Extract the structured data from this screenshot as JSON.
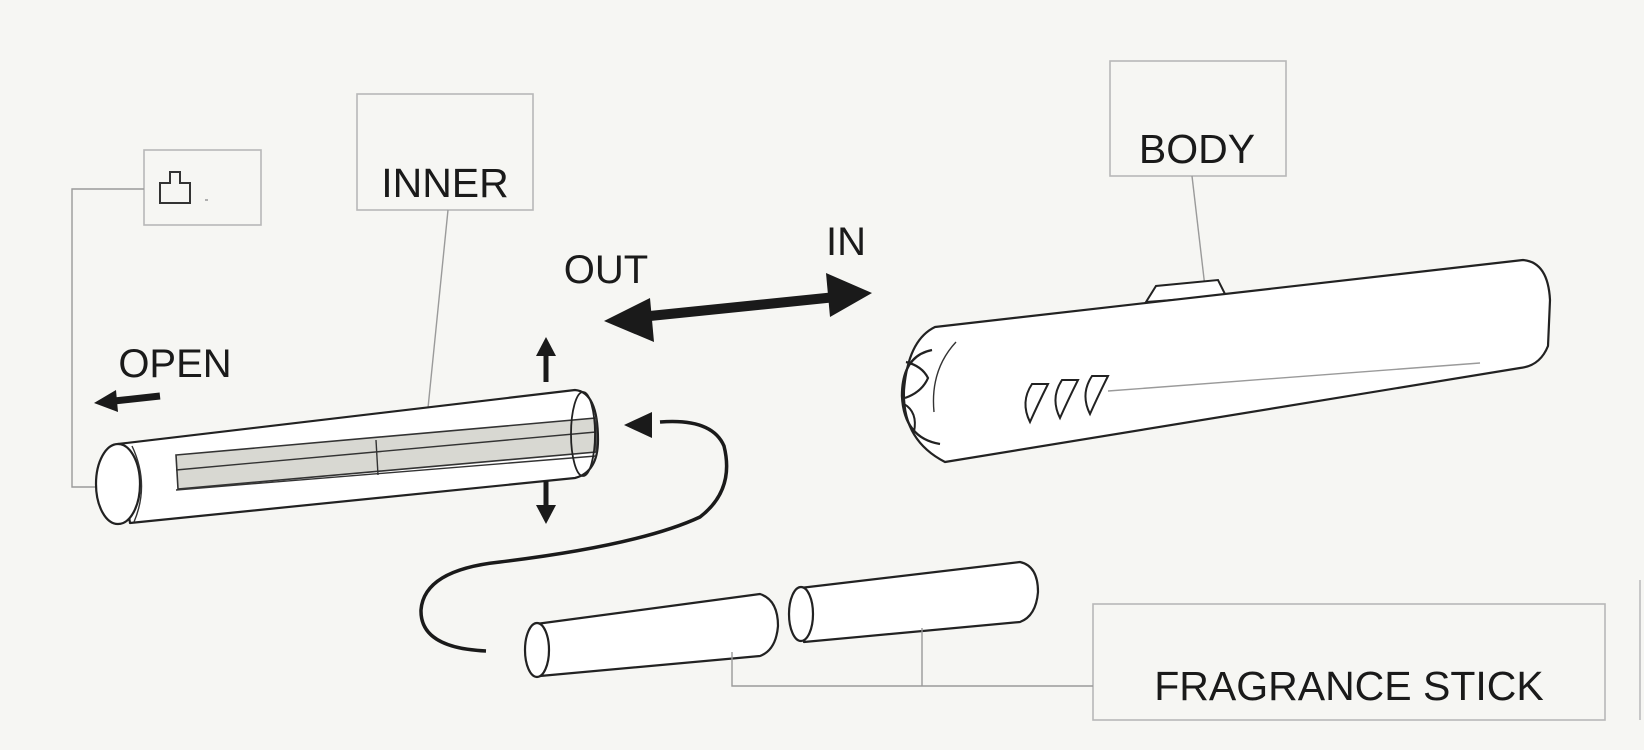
{
  "labels": {
    "inner": "INNER",
    "body": "BODY",
    "out": "OUT",
    "in": "IN",
    "open": "OPEN",
    "fragrance_stick": "FRAGRANCE STICK"
  },
  "icons": {
    "clip": "clip-icon"
  },
  "colors": {
    "background": "#f6f6f3",
    "ink": "#1a1a1a",
    "box_border": "#b8b8b8"
  }
}
